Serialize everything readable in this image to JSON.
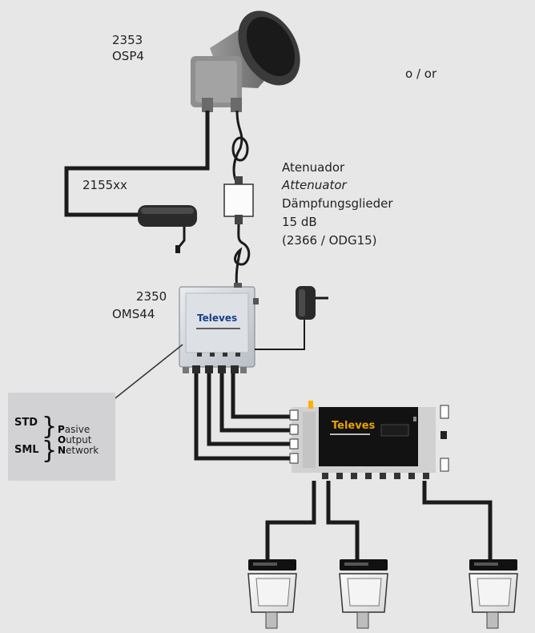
{
  "lnb": {
    "code": "2353",
    "model": "OSP4"
  },
  "or_text": "o / or",
  "cable": {
    "code": "2155xx"
  },
  "attenuator": {
    "line1": "Atenuador",
    "line2": "Attenuator",
    "line3": "Dämpfungsglieder",
    "line4": "15 dB",
    "line5": "(2366 / ODG15)"
  },
  "switch": {
    "code": "2350",
    "model": "OMS44",
    "brand": "Televes"
  },
  "multiswitch": {
    "brand": "Televes"
  },
  "pon": {
    "std": "STD",
    "sml": "SML",
    "w1_first": "P",
    "w1_rest": "asive",
    "w2_first": "O",
    "w2_rest": "utput",
    "w3_first": "N",
    "w3_rest": "etwork"
  },
  "colors": {
    "background": "#e7e7e8",
    "device": "#cfd3d8",
    "cable": "#111111",
    "pon_box": "#d2d2d4"
  }
}
